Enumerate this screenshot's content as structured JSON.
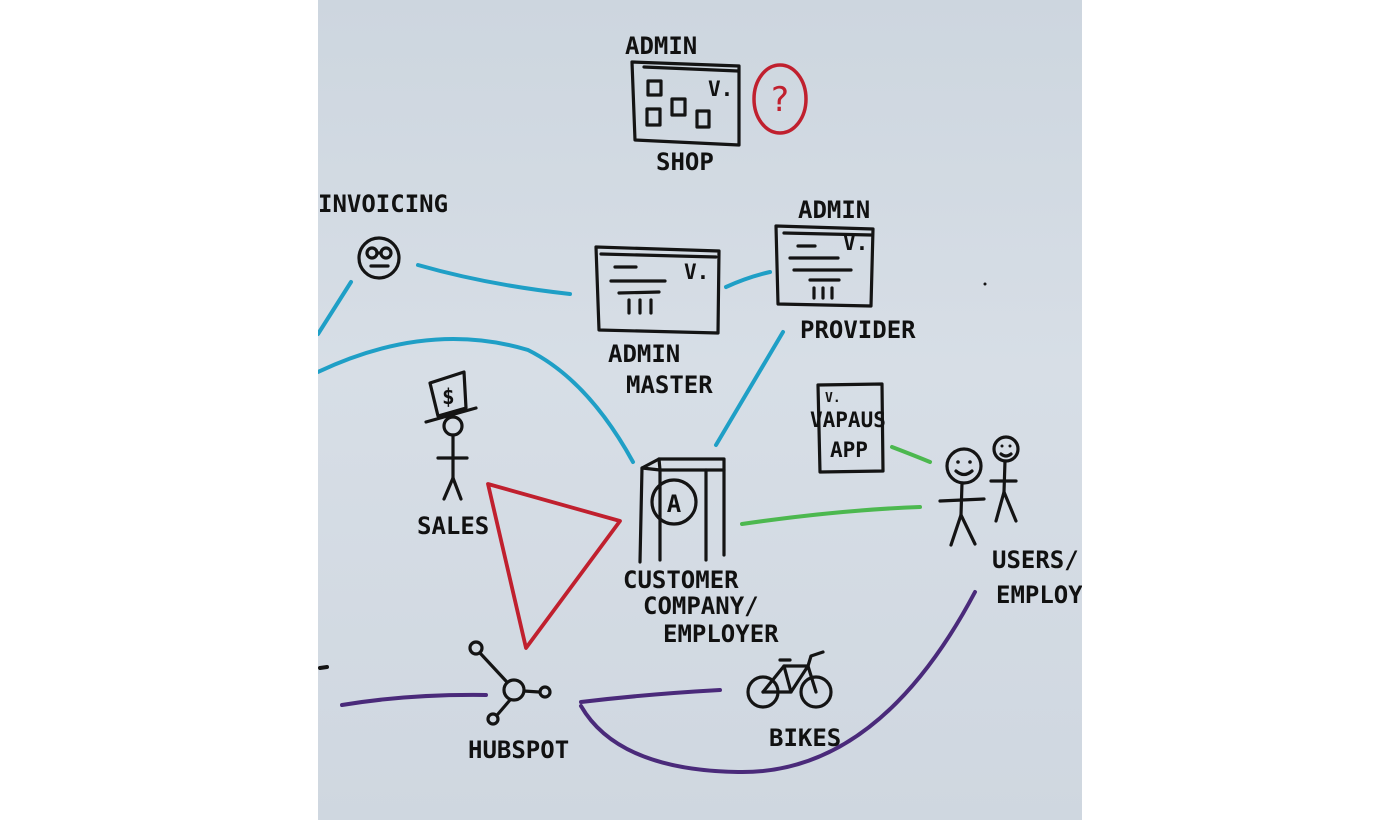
{
  "colors": {
    "paper": "#d3dbe3",
    "ink": "#141414",
    "cyan": "#1f9fc6",
    "green": "#4cb84f",
    "purple": "#4a2a7a",
    "red": "#c0202e"
  },
  "labels": {
    "admin_shop_top": "ADMIN",
    "admin_shop_bottom": "SHOP",
    "invoicing": "INVOICING",
    "admin_provider_top": "ADMIN",
    "admin_provider_bottom": "PROVIDER",
    "admin_master_line1": "ADMIN",
    "admin_master_line2": "MASTER",
    "sales": "SALES",
    "vapaus_app_line1": "VAPAUS",
    "vapaus_app_line2": "APP",
    "customer_line1": "CUSTOMER",
    "customer_line2": "COMPANY/",
    "customer_line3": "EMPLOYER",
    "users_line1": "USERS/",
    "users_line2": "EMPLOY",
    "hubspot": "HUBSPOT",
    "bikes": "BIKES"
  },
  "glyphs": {
    "screen_mark": "V.",
    "question_mark": "?",
    "building_mark": "A",
    "dollar_mark": "$",
    "app_mark": "V."
  },
  "icons": [
    "shop-screen-icon",
    "question-mark-icon",
    "invoicing-face-icon",
    "admin-master-screen-icon",
    "admin-provider-screen-icon",
    "sales-person-icon",
    "vapaus-app-phone-icon",
    "customer-building-icon",
    "users-people-icon",
    "hubspot-icon",
    "bike-icon"
  ]
}
